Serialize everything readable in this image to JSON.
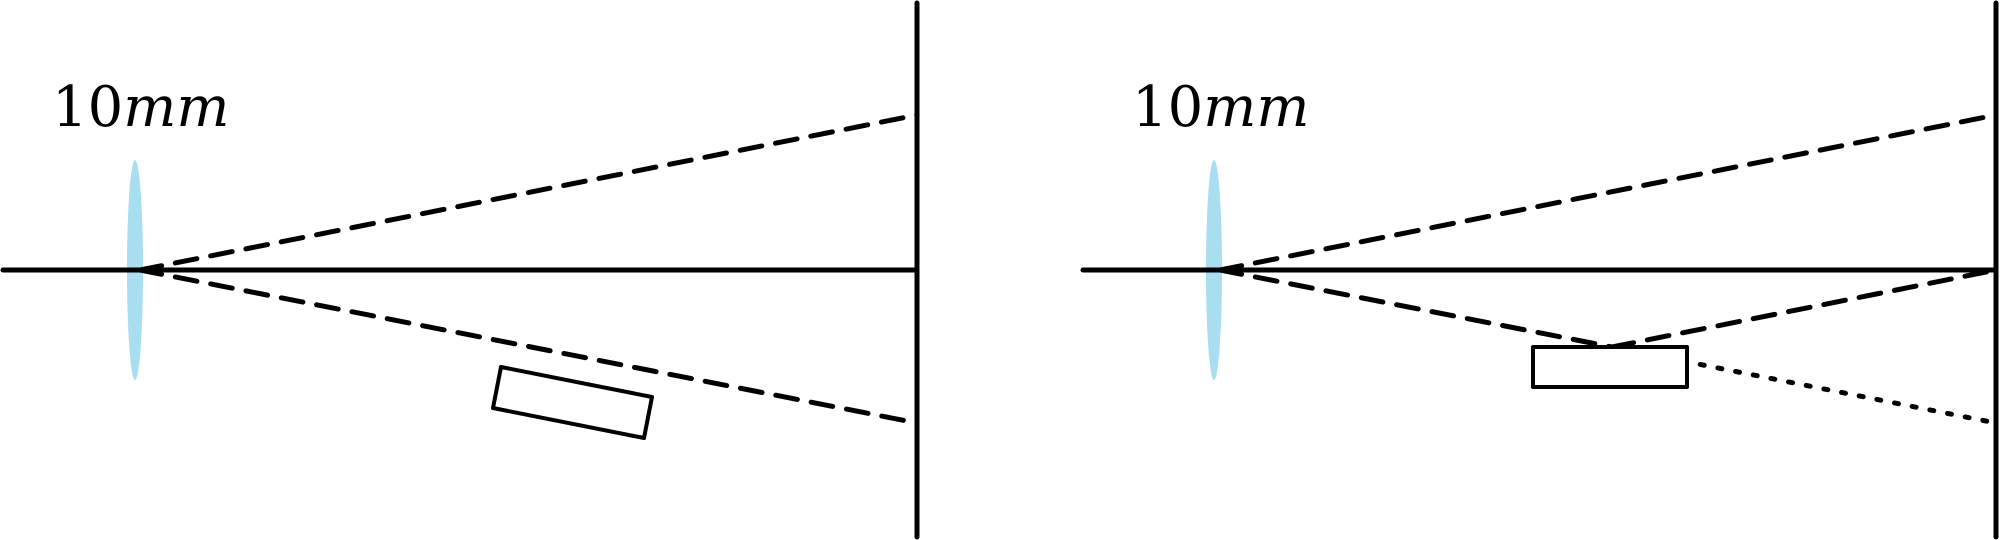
{
  "colors": {
    "ink": "#000000",
    "lens": "#a8def0",
    "background": "#ffffff"
  },
  "panels": [
    {
      "label": {
        "number": "10",
        "unit": "mm"
      }
    },
    {
      "label": {
        "number": "10",
        "unit": "mm"
      }
    }
  ]
}
